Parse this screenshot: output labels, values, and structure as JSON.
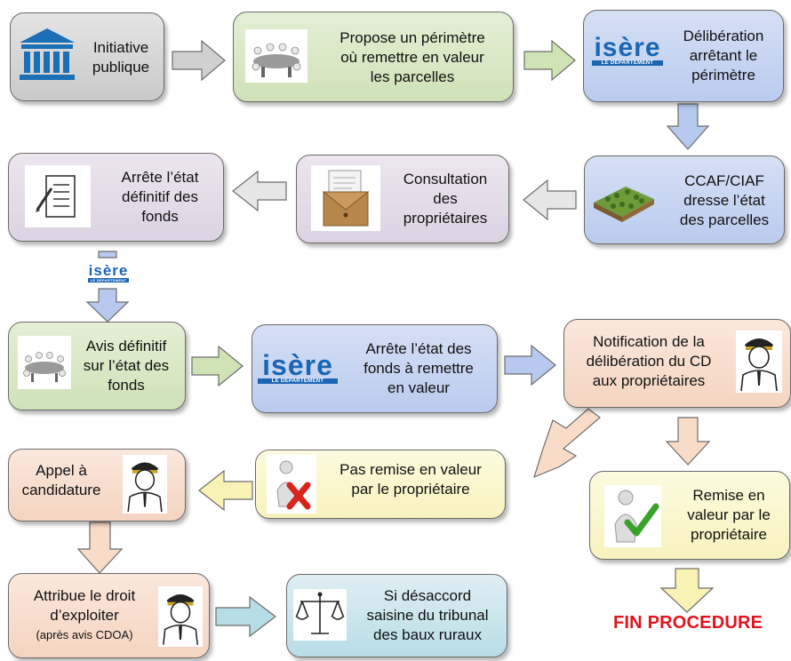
{
  "nodes": {
    "initiative": {
      "lines": [
        "Initiative",
        "publique"
      ]
    },
    "propose": {
      "lines": [
        "Propose un périmètre",
        "où remettre en valeur",
        "les parcelles"
      ]
    },
    "deliberation": {
      "lines": [
        "Délibération",
        "arrêtant le",
        "périmètre"
      ]
    },
    "ccaf": {
      "lines": [
        "CCAF/CIAF",
        "dresse l’état",
        "des parcelles"
      ]
    },
    "consultation": {
      "lines": [
        "Consultation",
        "des",
        "propriétaires"
      ]
    },
    "arrete_definitif": {
      "lines": [
        "Arrête l’état",
        "définitif des",
        "fonds"
      ]
    },
    "avis": {
      "lines": [
        "Avis définitif",
        "sur l’état des",
        "fonds"
      ]
    },
    "arrete_fonds": {
      "lines": [
        "Arrête l’état des",
        "fonds à remettre",
        "en valeur"
      ]
    },
    "notification": {
      "lines": [
        "Notification de la",
        "délibération du CD",
        "aux propriétaires"
      ]
    },
    "pas_remise": {
      "lines": [
        "Pas remise en valeur",
        "par le propriétaire"
      ]
    },
    "appel": {
      "lines": [
        "Appel à",
        "candidature"
      ]
    },
    "remise": {
      "lines": [
        "Remise en",
        "valeur par le",
        "propriétaire"
      ]
    },
    "attribue": {
      "lines": [
        "Attribue le droit",
        "d’exploiter"
      ],
      "note": "(après avis CDOA)"
    },
    "desaccord": {
      "lines": [
        "Si désaccord",
        "saisine du tribunal",
        "des baux ruraux"
      ]
    }
  },
  "logo": {
    "word": "isère",
    "band": "LE DÉPARTEMENT"
  },
  "end_label": "FIN PROCEDURE",
  "colors": {
    "gray": "#cfcfcf",
    "green": "#d6e7c3",
    "blue": "#c3d3f0",
    "purple": "#e1d9e6",
    "peach": "#f6dccb",
    "yellow": "#faf6c8",
    "teal": "#c7e4ea",
    "arrow_gray": "#d0d0d0",
    "arrow_green": "#cfe3b4",
    "arrow_blue": "#b7c9ee",
    "arrow_peach": "#f8dcc8",
    "arrow_yellow": "#f8f2b4",
    "arrow_teal": "#b6dce6",
    "logo_blue": "#1a66b4",
    "end_red": "#e0141e"
  }
}
